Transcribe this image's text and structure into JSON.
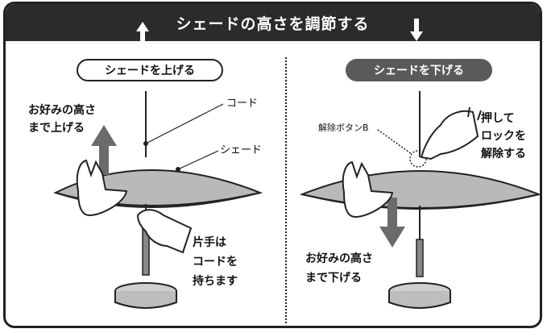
{
  "header": {
    "title": "シェードの高さを調節する"
  },
  "left_panel": {
    "pill": "シェードを上げる",
    "instruction": [
      "お好みの高さ",
      "まで上げる"
    ],
    "cord_label": "コード",
    "shade_label": "シェード",
    "hold_note": [
      "片手は",
      "コードを",
      "持ちます"
    ]
  },
  "right_panel": {
    "pill": "シェードを下げる",
    "button_label": "解除ボタンB",
    "press_note": [
      "押して",
      "ロックを",
      "解除する"
    ],
    "instruction": [
      "お好みの高さ",
      "まで下げる"
    ]
  },
  "colors": {
    "header_bg": "#2b2b2b",
    "shade_fill": "#b9b9b9",
    "arrow_gray": "#6b6b6b"
  }
}
